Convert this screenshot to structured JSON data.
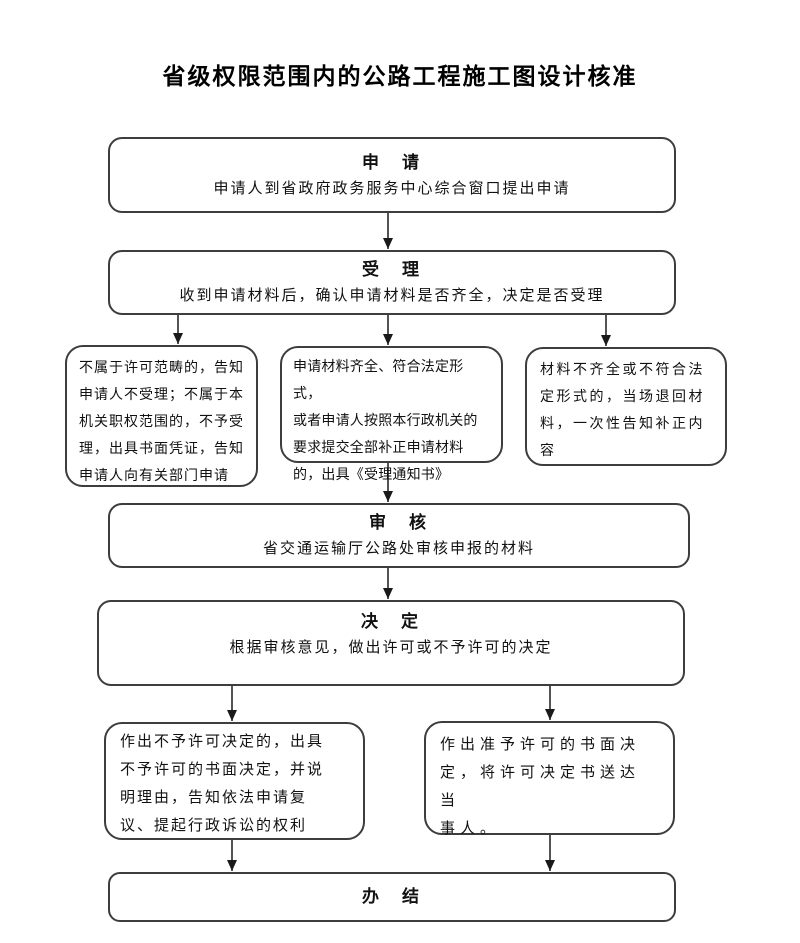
{
  "page": {
    "title": "省级权限范围内的公路工程施工图设计核准"
  },
  "nodes": {
    "apply": {
      "header": "申　请",
      "body": "申请人到省政府政务服务中心综合窗口提出申请"
    },
    "accept": {
      "header": "受　理",
      "body": "收到申请材料后，确认申请材料是否齐全，决定是否受理"
    },
    "branch_left": {
      "body": "不属于许可范畴的，告知\n申请人不受理；不属于本\n机关职权范围的，不予受\n理，出具书面凭证，告知\n申请人向有关部门申请"
    },
    "branch_middle": {
      "body": "申请材料齐全、符合法定形式，\n或者申请人按照本行政机关的\n要求提交全部补正申请材料\n的，出具《受理通知书》"
    },
    "branch_right": {
      "body": "材料不齐全或不符合法\n定形式的，当场退回材\n料，一次性告知补正内\n容"
    },
    "review": {
      "header": "审　核",
      "body": "省交通运输厅公路处审核申报的材料"
    },
    "decide": {
      "header": "决　定",
      "body": "根据审核意见，做出许可或不予许可的决定"
    },
    "deny": {
      "body": "作出不予许可决定的，出具\n不予许可的书面决定，并说\n明理由，告知依法申请复\n议、提起行政诉讼的权利"
    },
    "grant": {
      "body": "作出准予许可的书面决\n定，将许可决定书送达当\n事人。"
    },
    "finish": {
      "header": "办　结"
    }
  },
  "style": {
    "line_color": "#1a1a1a",
    "border_color": "#3d3d3d",
    "background": "#ffffff"
  }
}
